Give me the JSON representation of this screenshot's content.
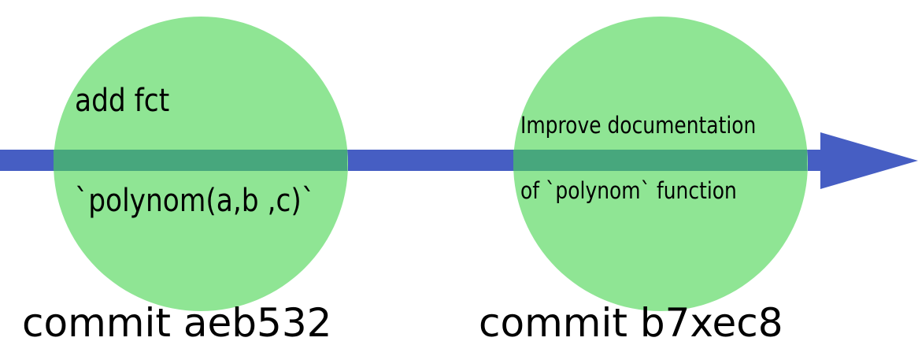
{
  "commits": [
    {
      "id_label": "commit aeb532",
      "message_line1": "add fct",
      "message_line2": "`polynom(a,b ,c)`"
    },
    {
      "id_label": "commit b7xec8",
      "message_line1": "Improve documentation",
      "message_line2": "of `polynom` function"
    }
  ],
  "colors": {
    "timeline": "#465ec3",
    "commit_node": "#8fe594",
    "overlap": "#47a77d"
  }
}
